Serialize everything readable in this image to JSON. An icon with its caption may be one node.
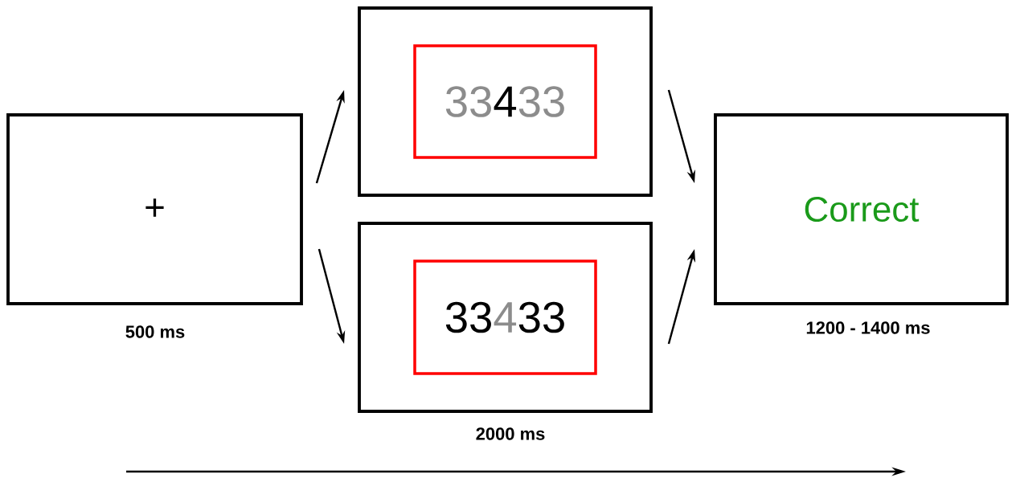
{
  "diagram": {
    "nodes": [
      {
        "text": [
          "+"
        ],
        "beside": [
          "500 ms"
        ]
      },
      {
        "text": [],
        "shape": "box"
      },
      {
        "text": [
          "33",
          "4",
          "33"
        ],
        "in": 1
      },
      {
        "text": [],
        "shape": "box",
        "beside": [
          "2000 ms"
        ]
      },
      {
        "text": [
          "33",
          "4",
          "33"
        ],
        "in": 3
      },
      {
        "text": [
          "Correct"
        ],
        "beside": [
          "1200 - 1400 ms"
        ]
      }
    ],
    "edges": [
      {
        "from": 0,
        "to": 1,
        "arrow": "to"
      },
      {
        "from": 0,
        "to": 3,
        "arrow": "to"
      },
      {
        "from": 1,
        "to": 5,
        "arrow": "to"
      },
      {
        "from": 3,
        "to": 5,
        "arrow": "to"
      }
    ]
  }
}
